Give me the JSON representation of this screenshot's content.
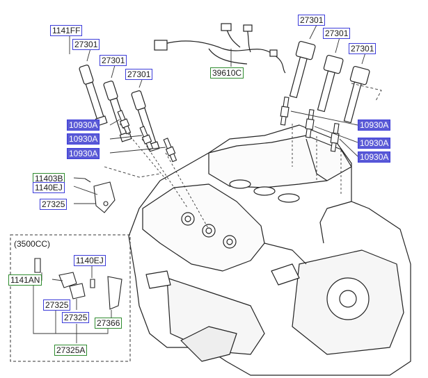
{
  "labels": {
    "part_1141FF": "1141FF",
    "coil_rear_1": "27301",
    "coil_rear_2": "27301",
    "coil_rear_3": "27301",
    "coil_front_1": "27301",
    "coil_front_2": "27301",
    "coil_front_3": "27301",
    "harness": "39610C",
    "plug_left_1": "10930A",
    "plug_left_2": "10930A",
    "plug_left_3": "10930A",
    "plug_right_1": "10930A",
    "plug_right_2": "10930A",
    "plug_right_3": "10930A",
    "bolt_11403B": "11403B",
    "bolt_1140EJ": "1140EJ",
    "sensor_27325": "27325",
    "inset_bolt_1140EJ": "1140EJ",
    "inset_bolt_1141AN": "1141AN",
    "inset_sensor_1": "27325",
    "inset_sensor_2": "27325",
    "inset_part_27366": "27366",
    "inset_assy_27325A": "27325A"
  },
  "inset": {
    "title": "(3500CC)"
  },
  "colors": {
    "callout_blue": "#3b3bd9",
    "callout_green": "#2e8b2e",
    "highlight_fill": "#5b5bd6",
    "line": "#222222"
  }
}
